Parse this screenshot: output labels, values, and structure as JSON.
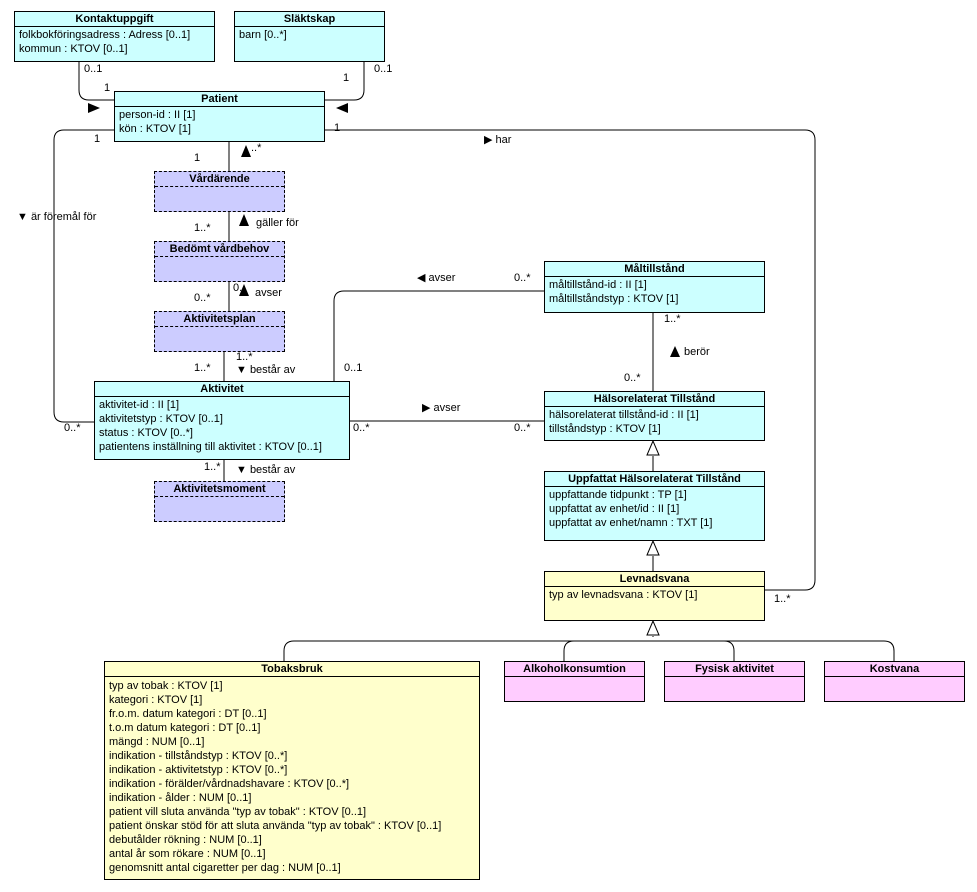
{
  "classes": {
    "kontaktuppgift": {
      "title": "Kontaktuppgift",
      "attrs": [
        "folkbokföringsadress : Adress [0..1]",
        "kommun : KTOV [0..1]"
      ]
    },
    "slaktskap": {
      "title": "Släktskap",
      "attrs": [
        "barn [0..*]"
      ]
    },
    "patient": {
      "title": "Patient",
      "attrs": [
        "person-id : II [1]",
        "kön : KTOV [1]"
      ]
    },
    "vardarende": {
      "title": "Vårdärende"
    },
    "bedomt_vardbehov": {
      "title": "Bedömt vårdbehov"
    },
    "aktivitetsplan": {
      "title": "Aktivitetsplan"
    },
    "aktivitet": {
      "title": "Aktivitet",
      "attrs": [
        "aktivitet-id : II [1]",
        "aktivitetstyp : KTOV [0..1]",
        "status : KTOV [0..*]",
        "patientens inställning till aktivitet : KTOV [0..1]"
      ]
    },
    "aktivitetsmoment": {
      "title": "Aktivitetsmoment"
    },
    "maltillstand": {
      "title": "Måltillstånd",
      "attrs": [
        "måltillstånd-id : II [1]",
        "måltillståndstyp : KTOV [1]"
      ]
    },
    "halsorelaterat": {
      "title": "Hälsorelaterat Tillstånd",
      "attrs": [
        "hälsorelaterat tillstånd-id : II [1]",
        "tillståndstyp : KTOV [1]"
      ]
    },
    "uppfattat": {
      "title": "Uppfattat Hälsorelaterat Tillstånd",
      "attrs": [
        "uppfattande tidpunkt : TP [1]",
        "uppfattat av enhet/id : II [1]",
        "uppfattat av enhet/namn : TXT [1]"
      ]
    },
    "levnadsvana": {
      "title": "Levnadsvana",
      "attrs": [
        "typ av levnadsvana : KTOV [1]"
      ]
    },
    "tobaksbruk": {
      "title": "Tobaksbruk",
      "attrs": [
        "typ av tobak : KTOV [1]",
        "kategori : KTOV [1]",
        "fr.o.m. datum kategori : DT [0..1]",
        "t.o.m datum kategori : DT [0..1]",
        "mängd : NUM [0..1]",
        "indikation - tillståndstyp : KTOV [0..*]",
        "indikation - aktivitetstyp : KTOV [0..*]",
        "indikation - förälder/vårdnadshavare : KTOV [0..*]",
        "indikation - ålder : NUM [0..1]",
        "patient vill sluta använda \"typ av tobak\" : KTOV [0..1]",
        "patient önskar stöd för att sluta använda \"typ av tobak\" : KTOV [0..1]",
        "debutålder rökning : NUM [0..1]",
        "antal år som rökare : NUM [0..1]",
        "genomsnitt antal cigaretter per dag : NUM [0..1]"
      ]
    },
    "alkohol": {
      "title": "Alkoholkonsumtion"
    },
    "fysisk": {
      "title": "Fysisk aktivitet"
    },
    "kostvana": {
      "title": "Kostvana"
    }
  },
  "labels": {
    "m_kontakt_top": "0..1",
    "m_kontakt_patient": "1",
    "m_slakt_patient": "1",
    "m_slakt_top": "0..1",
    "m_patient_left": "1",
    "m_patient_right": "1",
    "har": "▶ har",
    "m_patient_vard": "1",
    "m_vard_patient": "..*",
    "ar_foremal_for": "▼ är föremål för",
    "galler_for": "gäller för",
    "m_vard_bedomt": "1..*",
    "avser_bedomt": "avser",
    "m_bedomt_plan": "0..*",
    "m_plan_bedomt": "0..",
    "bestar_av_plan": "▼ består av",
    "m_plan_akt": "1..*",
    "m_akt_plan": "1..*",
    "avser_mal": "◀ avser",
    "m_mal_avser": "0..*",
    "m_akt_mal": "0..1",
    "m_mal_beror": "1..*",
    "beror": "berör",
    "m_hals_beror": "0..*",
    "avser_hals": "▶ avser",
    "m_akt_hals": "0..*",
    "m_hals_akt": "0..*",
    "m_akt_left": "0..*",
    "m_akt_moment": "1..*",
    "bestar_av_moment": "▼ består av",
    "m_levnad_har": "1..*"
  }
}
